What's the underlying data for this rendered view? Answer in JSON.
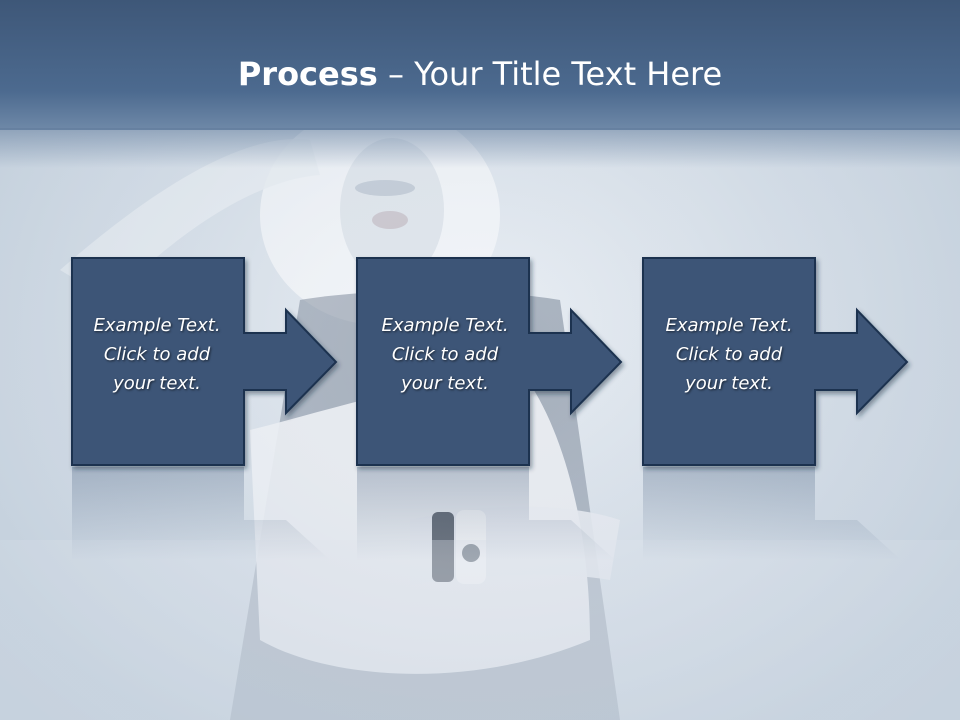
{
  "title": {
    "bold": "Process",
    "dash": " – ",
    "rest": "Your Title Text Here"
  },
  "steps": [
    {
      "line1": "Example Text.",
      "line2": "Click  to add",
      "line3": "your text."
    },
    {
      "line1": "Example Text.",
      "line2": "Click  to add",
      "line3": "your text."
    },
    {
      "line1": "Example Text.",
      "line2": "Click  to add",
      "line3": "your text."
    }
  ],
  "colors": {
    "title_bar": "#465f82",
    "step_fill": "#3c5577",
    "step_border": "#1f3350",
    "text": "#ffffff"
  }
}
